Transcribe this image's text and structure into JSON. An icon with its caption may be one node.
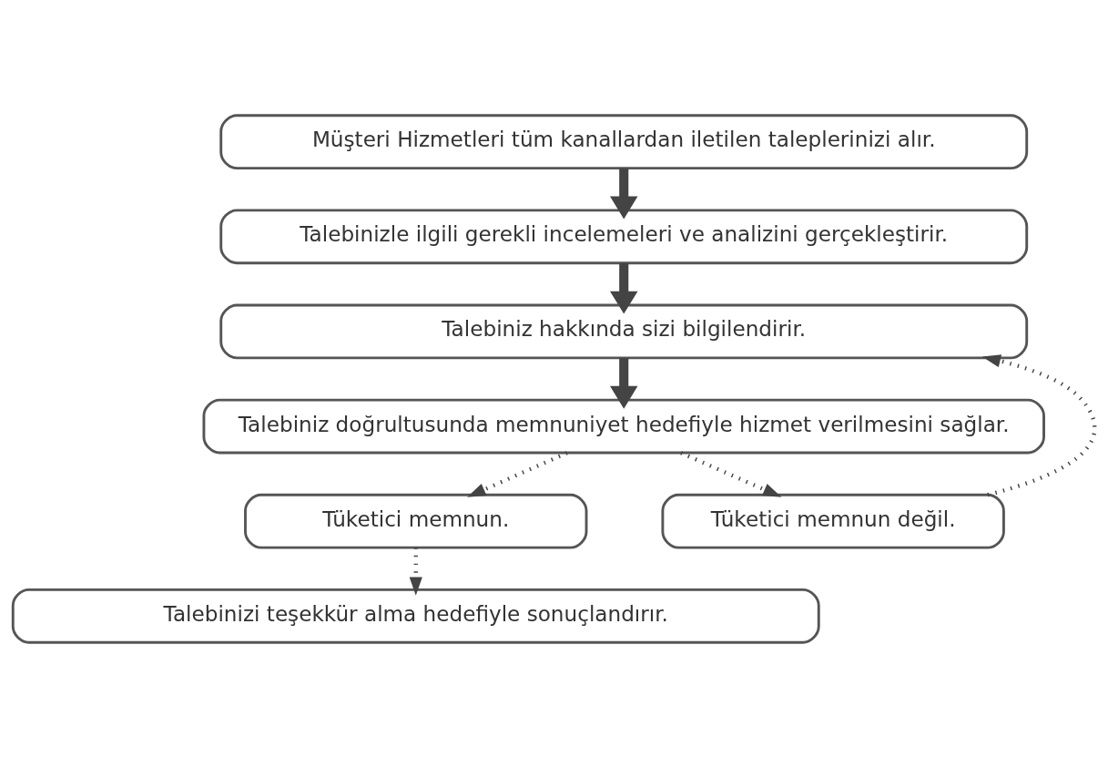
{
  "diagram": {
    "nodes": [
      {
        "text": [
          "Müşteri Hizmetleri tüm kanallardan iletilen taleplerinizi alır."
        ]
      },
      {
        "text": [
          "Talebinizle ilgili gerekli incelemeleri ve analizini gerçekleştirir."
        ]
      },
      {
        "text": [
          "Talebiniz hakkında sizi bilgilendirir."
        ]
      },
      {
        "text": [
          "Talebiniz doğrultusunda memnuniyet hedefiyle hizmet verilmesini sağlar."
        ]
      },
      {
        "text": [
          "Tüketici memnun."
        ]
      },
      {
        "text": [
          "Tüketici memnun değil."
        ]
      },
      {
        "text": [
          "Talebinizi teşekkür alma hedefiyle sonuçlandırır."
        ]
      }
    ],
    "edges": [
      {
        "from": 0,
        "to": 1,
        "arrow": "to",
        "style": "thick"
      },
      {
        "from": 1,
        "to": 2,
        "arrow": "to",
        "style": "thick"
      },
      {
        "from": 2,
        "to": 3,
        "arrow": "to",
        "style": "thick"
      },
      {
        "from": 3,
        "to": 4,
        "arrow": "to",
        "style": "dashed"
      },
      {
        "from": 3,
        "to": 5,
        "arrow": "to",
        "style": "dashed"
      },
      {
        "from": 5,
        "to": 2,
        "arrow": "to",
        "style": "dashed"
      },
      {
        "from": 4,
        "to": 6,
        "arrow": "to",
        "style": "dashed"
      }
    ]
  }
}
